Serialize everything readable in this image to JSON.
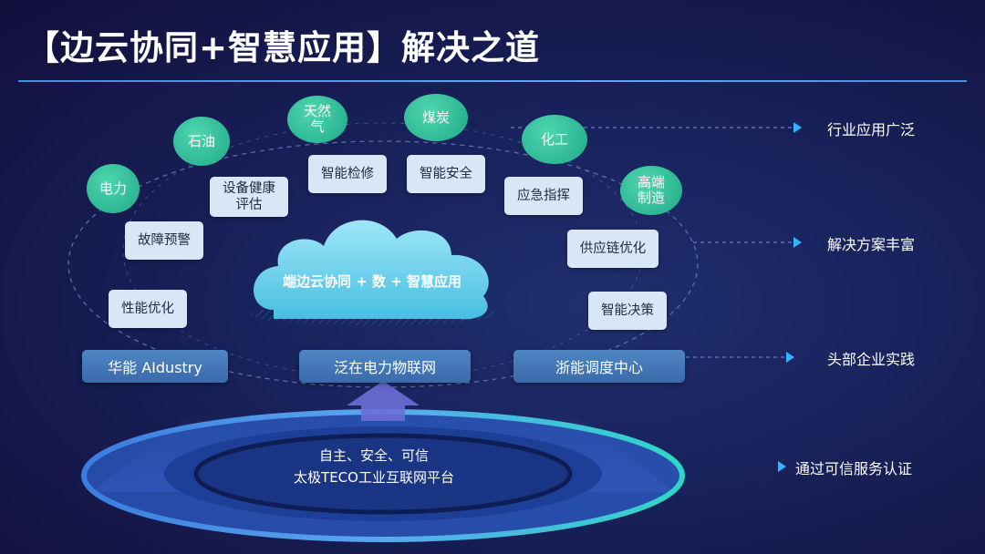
{
  "title": "【边云协同+智慧应用】解决之道",
  "industries": [
    "电力",
    "石油",
    "天然气",
    "煤炭",
    "化工",
    "高端制造"
  ],
  "solutions": [
    "设备健康评估",
    "智能检修",
    "智能安全",
    "应急指挥",
    "故障预警",
    "供应链优化",
    "性能优化",
    "智能决策"
  ],
  "cloud_label": "端边云协同 + 数 + 智慧应用",
  "practices": [
    "华能 AIdustry",
    "泛在电力物联网",
    "浙能调度中心"
  ],
  "platform": {
    "line1": "自主、安全、可信",
    "line2": "太极TECO工业互联网平台"
  },
  "right_labels": [
    "行业应用广泛",
    "解决方案丰富",
    "头部企业实践",
    "通过可信服务认证"
  ],
  "colors": {
    "accent_green": "#25b48f",
    "box_bg": "#d9e6f5",
    "pill": "#3f72b2",
    "arrow": "#2fb6ff"
  }
}
